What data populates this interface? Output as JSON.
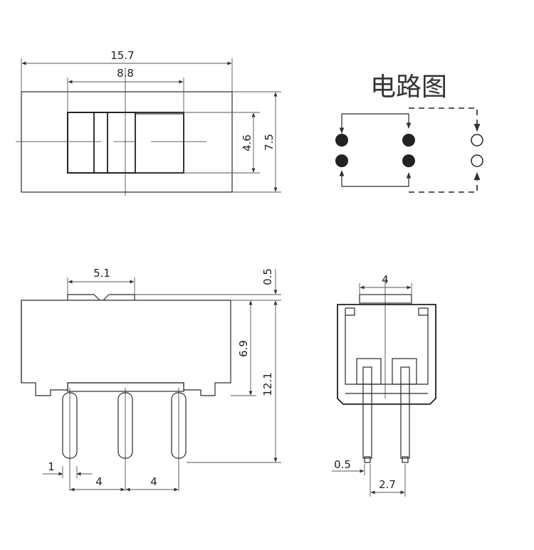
{
  "circuit": {
    "title": "电路图"
  },
  "top_view": {
    "total_length": "15.7",
    "actuator_travel": "8.8",
    "window_height": "4.6",
    "body_width": "7.5"
  },
  "front_view": {
    "actuator_width": "5.1",
    "actuator_protrusion": "0.5",
    "body_height": "6.9",
    "overall_height": "12.1",
    "pin_diameter": "1",
    "pitch_left": "4",
    "pitch_right": "4"
  },
  "side_view": {
    "actuator_width": "4",
    "pin_thickness": "0.5",
    "pin_spacing": "2.7"
  },
  "colors": {
    "line": "#2a2a2a",
    "dot": "#222222"
  }
}
